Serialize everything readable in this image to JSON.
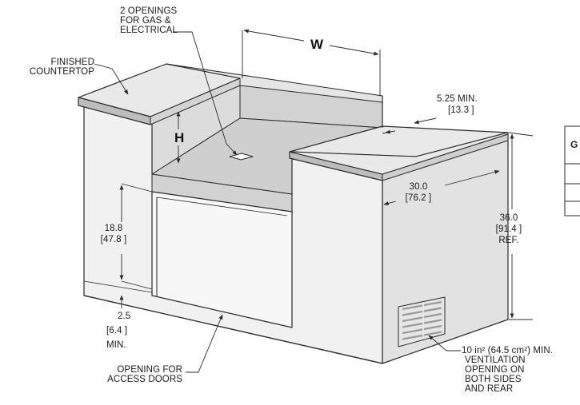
{
  "labels": {
    "openings_gas": [
      "2 OPENINGS",
      "FOR GAS &",
      "ELECTRICAL"
    ],
    "finished_countertop": [
      "FINISHED",
      "COUNTERTOP"
    ],
    "width_symbol": "W",
    "height_symbol": "H",
    "min_525": [
      "5.25 MIN.",
      "[13.3 ]"
    ],
    "depth_30": [
      "30.0",
      "[76.2 ]"
    ],
    "height_36": [
      "36.0",
      "[91.4 ]",
      "REF."
    ],
    "door_188": [
      "18.8",
      "[47.8 ]"
    ],
    "base_25": [
      "2.5",
      "[6.4 ]",
      "MIN."
    ],
    "access_doors": [
      "OPENING FOR",
      "ACCESS DOORS"
    ],
    "ventilation": [
      "10 in² (64.5 cm²) MIN.",
      "VENTILATION",
      "OPENING ON",
      "BOTH SIDES",
      "AND REAR"
    ],
    "table_header_partial": "G"
  },
  "colors": {
    "line": "#2a2a2a",
    "counter_top": "#e9e9e9",
    "counter_edge": "#bdbdbd",
    "panel_light": "#f1f1f1",
    "panel_mid": "#e2e2e2",
    "panel_dark": "#d2d2d2",
    "inner_back": "#dcdcdc",
    "opening": "#f7f7f7",
    "vent": "#9a9a9a"
  }
}
